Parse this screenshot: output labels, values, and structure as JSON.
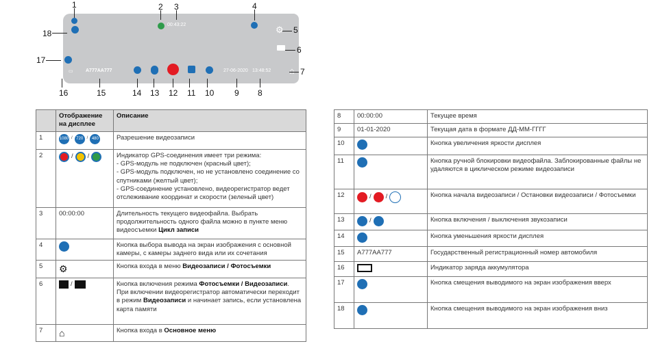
{
  "screen": {
    "time": "00:43:22",
    "plate": "A777AA777",
    "date": "27-06-2020",
    "clock": "13:48:52"
  },
  "callouts": [
    "1",
    "2",
    "3",
    "4",
    "5",
    "6",
    "7",
    "8",
    "9",
    "10",
    "11",
    "12",
    "13",
    "14",
    "15",
    "16",
    "17",
    "18"
  ],
  "table_left": {
    "headers": [
      "",
      "Отображение на дисплее",
      "Описание"
    ],
    "rows": [
      {
        "n": "1",
        "display": "1080 / 720 / 480",
        "desc": "Разрешение видеозаписи"
      },
      {
        "n": "2",
        "display": "",
        "desc": "Индикатор GPS-соединения имеет три режима:\n- GPS-модуль не подключен (красный цвет);\n- GPS-модуль подключен, но не установлено соединение со спутниками (желтый цвет);\n- GPS-соединение установлено, видеорегистратор ведет отслеживание координат и скорости (зеленый цвет)"
      },
      {
        "n": "3",
        "display": "00:00:00",
        "desc_a": "Длительность текущего видеофайла. Выбрать продолжительность одного файла можно в пункте меню видеосъемки ",
        "desc_b": "Цикл записи"
      },
      {
        "n": "4",
        "display": "",
        "desc": "Кнопка выбора вывода на экран изображения с основной камеры, с камеры заднего вида или их сочетания"
      },
      {
        "n": "5",
        "display": "",
        "desc_a": "Кнопка входа в меню ",
        "desc_b": "Видеозаписи / Фотосъемки"
      },
      {
        "n": "6",
        "display": "",
        "desc_a": "Кнопка включения режима ",
        "desc_b": "Фотосъемки / Видеозаписи",
        "desc_c": ".\nПри включении видеорегистратор автоматически переходит в режим ",
        "desc_d": "Видеозаписи",
        "desc_e": " и начинает запись, если установлена карта памяти"
      },
      {
        "n": "7",
        "display": "",
        "desc_a": "Кнопка входа в ",
        "desc_b": "Основное меню"
      }
    ]
  },
  "table_right": {
    "rows": [
      {
        "n": "8",
        "display": "00:00:00",
        "desc": "Текущее время"
      },
      {
        "n": "9",
        "display": "01-01-2020",
        "desc": "Текущая дата в формате ДД-ММ-ГГГГ"
      },
      {
        "n": "10",
        "display": "",
        "desc": "Кнопка увеличения яркости дисплея"
      },
      {
        "n": "11",
        "display": "",
        "desc": "Кнопка ручной блокировки видеофайла. Заблокированные файлы не удаляются в циклическом режиме видеозаписи"
      },
      {
        "n": "12",
        "display": "",
        "desc": "Кнопка начала видеозаписи / Остановки видеозаписи / Фотосъемки"
      },
      {
        "n": "13",
        "display": "",
        "desc": "Кнопка включения / выключения звукозаписи"
      },
      {
        "n": "14",
        "display": "",
        "desc": "Кнопка уменьшения яркости дисплея"
      },
      {
        "n": "15",
        "display": "A777AA777",
        "desc": "Государственный регистрационный номер автомобиля"
      },
      {
        "n": "16",
        "display": "",
        "desc": "Индикатор заряда аккумулятора"
      },
      {
        "n": "17",
        "display": "",
        "desc": "Кнопка смещения выводимого на экран изображения вверх"
      },
      {
        "n": "18",
        "display": "",
        "desc": "Кнопка смещения выводимого на экран изображения вниз"
      }
    ]
  },
  "colors": {
    "blue": "#1f6fb5",
    "red": "#e31b23",
    "yellow": "#f2c200",
    "green": "#2e9b4a",
    "screen": "#c8c9cb"
  }
}
